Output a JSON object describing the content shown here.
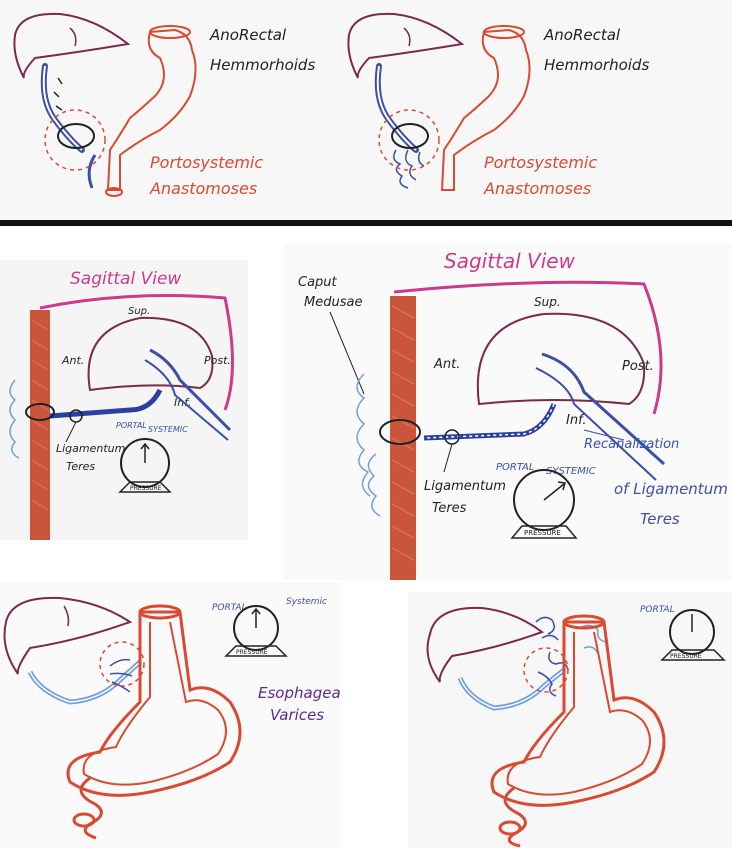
{
  "panels": {
    "top_left": {
      "label1": "AnoRectal",
      "label2": "Hemmorhoids",
      "label3": "Portosystemic",
      "label4": "Anastomoses"
    },
    "top_right": {
      "label1": "AnoRectal",
      "label2": "Hemmorhoids",
      "label3": "Portosystemic",
      "label4": "Anastomoses"
    },
    "sagittal_left": {
      "title": "Sagittal View",
      "sup": "Sup.",
      "ant": "Ant.",
      "post": "Post.",
      "inf": "Inf.",
      "lig1": "Ligamentum",
      "lig2": "Teres",
      "portal": "PORTAL",
      "systemic": "SYSTEMIC",
      "pressure": "PRESSURE"
    },
    "sagittal_right": {
      "title": "Sagittal View",
      "caput1": "Caput",
      "caput2": "Medusae",
      "sup": "Sup.",
      "ant": "Ant.",
      "post": "Post.",
      "inf": "Inf.",
      "lig1": "Ligamentum",
      "lig2": "Teres",
      "portal": "PORTAL",
      "systemic": "SYSTEMIC",
      "pressure": "PRESSURE",
      "recan1": "Recanalization",
      "recan2": "of Ligamentum",
      "recan3": "Teres"
    },
    "esophagus_left": {
      "portal": "PORTAL",
      "systemic": "Systemic",
      "pressure": "PRESSURE",
      "label1": "Esophageal",
      "label2": "Varices"
    },
    "esophagus_right": {
      "portal": "PORTAL",
      "pressure": "PRESSURE"
    }
  },
  "colors": {
    "liver": "#7a2a4a",
    "vein": "#3a4fa8",
    "vein_light": "#6f9fe0",
    "gut": "#d84a32",
    "pink": "#cc3a8a",
    "wall": "#c9553a"
  }
}
